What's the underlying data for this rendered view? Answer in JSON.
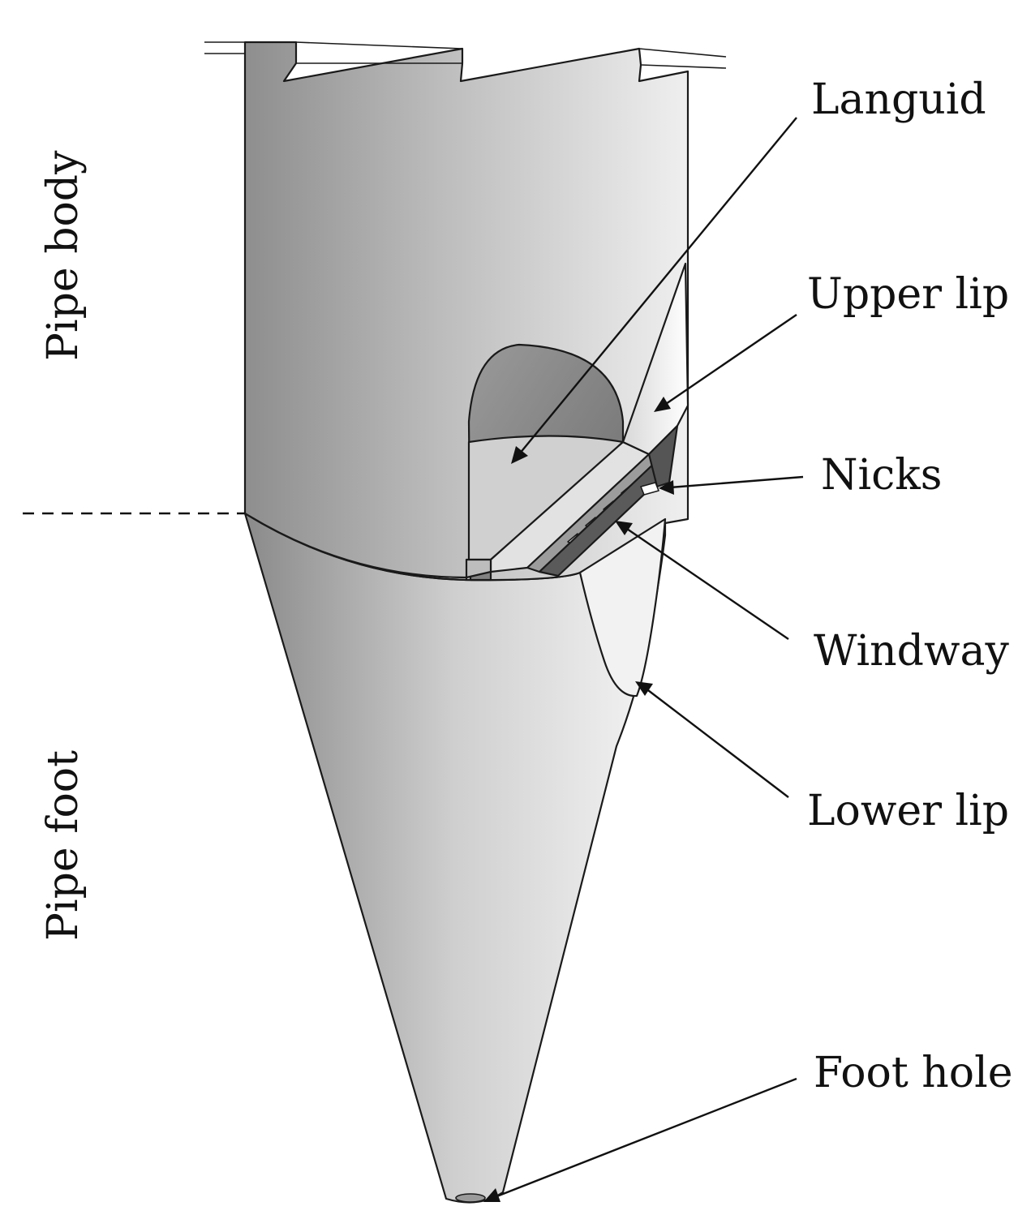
{
  "diagram": {
    "colors": {
      "body_dark": "#8c8c8c",
      "body_light": "#f4f4f4",
      "cutout_dark": "#7a7a7a",
      "line": "#1a1a1a"
    },
    "side_labels": {
      "pipe_body": "Pipe body",
      "pipe_foot": "Pipe foot"
    },
    "callouts": {
      "languid": "Languid",
      "upper_lip": "Upper lip",
      "nicks": "Nicks",
      "windway": "Windway",
      "lower_lip": "Lower lip",
      "foot_hole": "Foot hole"
    }
  }
}
